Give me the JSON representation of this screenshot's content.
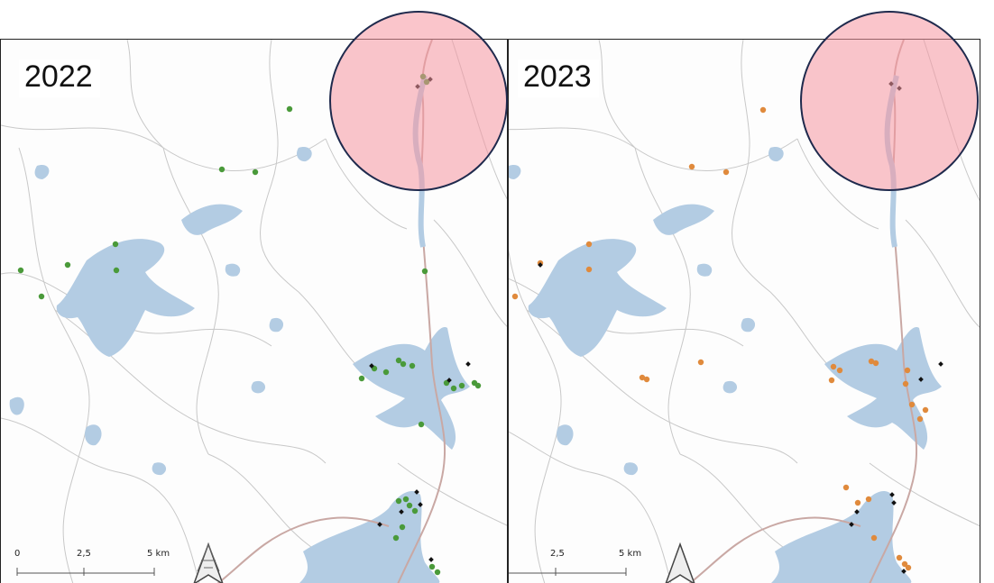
{
  "figure": {
    "panels": [
      {
        "year": "2022",
        "point_color": "#4a9a3a"
      },
      {
        "year": "2023",
        "point_color": "#e08a3c"
      }
    ],
    "scalebar": {
      "left_labels": [
        "0",
        "2,5",
        "5 km"
      ],
      "right_labels": [
        "2,5",
        "5 km"
      ]
    },
    "colors": {
      "water": "#b3cce3",
      "road": "#c9a8a4",
      "boundary": "#c8c8c8",
      "highlight_fill": "#f6969f",
      "highlight_border": "#1f2a4d",
      "black_point": "#111111"
    },
    "icons": [
      "north-arrow-icon"
    ]
  }
}
